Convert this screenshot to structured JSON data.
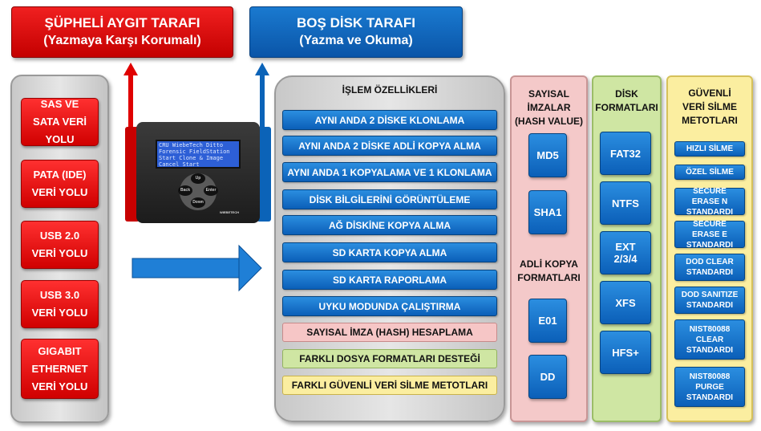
{
  "header_left": {
    "line1": "ŞÜPHELİ AYGIT TARAFI",
    "line2": "(Yazmaya Karşı Korumalı)"
  },
  "header_right": {
    "line1": "BOŞ DİSK TARAFI",
    "line2": "(Yazma ve Okuma)"
  },
  "left_panel": {
    "items": [
      {
        "label": "SAS VE SATA VERİ YOLU"
      },
      {
        "label": "PATA (IDE) VERİ YOLU"
      },
      {
        "label": "USB 2.0 VERİ YOLU"
      },
      {
        "label": "USB 3.0 VERİ YOLU"
      },
      {
        "label": "GIGABIT ETHERNET VERİ YOLU"
      }
    ]
  },
  "device": {
    "screen_lines": [
      "CRU WiebeTech Ditto",
      "Forensic FieldStation",
      "Start Clone & Image",
      "Cancel       Start"
    ],
    "buttons": {
      "up": "Up",
      "back": "Back",
      "enter": "Enter",
      "down": "Down"
    },
    "brand": "WIEBETECH"
  },
  "features_panel": {
    "title": "İŞLEM ÖZELLİKLERİ",
    "items": [
      {
        "label": "AYNI ANDA 2 DİSKE KLONLAMA",
        "style": "blue"
      },
      {
        "label": "AYNI ANDA 2 DİSKE ADLİ KOPYA ALMA",
        "style": "blue"
      },
      {
        "label": "AYNI ANDA 1 KOPYALAMA VE 1 KLONLAMA",
        "style": "blue"
      },
      {
        "label": "DİSK BİLGİLERİNİ GÖRÜNTÜLEME",
        "style": "blue"
      },
      {
        "label": "AĞ DİSKİNE KOPYA ALMA",
        "style": "blue"
      },
      {
        "label": "SD KARTA KOPYA ALMA",
        "style": "blue"
      },
      {
        "label": "SD KARTA RAPORLAMA",
        "style": "blue"
      },
      {
        "label": "UYKU MODUNDA ÇALIŞTIRMA",
        "style": "blue"
      },
      {
        "label": "SAYISAL İMZA (HASH) HESAPLAMA",
        "style": "pink"
      },
      {
        "label": "FARKLI DOSYA FORMATLARI DESTEĞİ",
        "style": "green"
      },
      {
        "label": "FARKLI GÜVENLİ VERİ SİLME METOTLARI",
        "style": "yellow"
      }
    ]
  },
  "hash_panel": {
    "title": "SAYISAL İMZALAR (HASH VALUE)",
    "items": [
      "MD5",
      "SHA1"
    ],
    "title2": "ADLİ KOPYA FORMATLARI",
    "items2": [
      "E01",
      "DD"
    ]
  },
  "format_panel": {
    "title": "DİSK FORMATLARI",
    "items": [
      "FAT32",
      "NTFS",
      "EXT 2/3/4",
      "XFS",
      "HFS+"
    ]
  },
  "wipe_panel": {
    "title": "GÜVENLİ VERİ SİLME METOTLARI",
    "items": [
      "HIZLI SİLME",
      "ÖZEL SİLME",
      "SECURE ERASE N STANDARDI",
      "SECURE ERASE E STANDARDI",
      "DOD CLEAR STANDARDI",
      "DOD SANITIZE STANDARDI",
      "NIST80088 CLEAR STANDARDI",
      "NIST80088 PURGE STANDARDI"
    ]
  },
  "colors": {
    "red": "#e00000",
    "blue": "#0b63b8",
    "pink": "#f4c9c9",
    "green": "#cfe6a3",
    "yellow": "#fbeea0",
    "gray": "#d8d8d8"
  }
}
